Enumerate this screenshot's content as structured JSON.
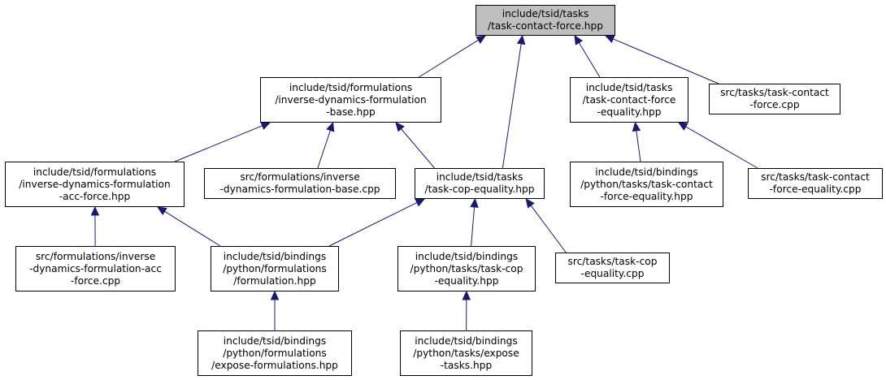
{
  "colors": {
    "edge": "#191970",
    "root_fill": "#bfbfbf",
    "node_fill": "#ffffff",
    "border": "#000000"
  },
  "nodes": {
    "n0": {
      "lines": [
        "include/tsid/tasks",
        "/task-contact-force.hpp"
      ],
      "is_root": true
    },
    "n1": {
      "lines": [
        "include/tsid/formulations",
        "/inverse-dynamics-formulation",
        "-base.hpp"
      ]
    },
    "n2": {
      "lines": [
        "include/tsid/tasks",
        "/task-contact-force",
        "-equality.hpp"
      ]
    },
    "n3": {
      "lines": [
        "src/tasks/task-contact",
        "-force.cpp"
      ]
    },
    "n4": {
      "lines": [
        "include/tsid/formulations",
        "/inverse-dynamics-formulation",
        "-acc-force.hpp"
      ]
    },
    "n5": {
      "lines": [
        "src/formulations/inverse",
        "-dynamics-formulation-base.cpp"
      ]
    },
    "n6": {
      "lines": [
        "include/tsid/tasks",
        "/task-cop-equality.hpp"
      ]
    },
    "n7": {
      "lines": [
        "include/tsid/bindings",
        "/python/tasks/task-contact",
        "-force-equality.hpp"
      ]
    },
    "n8": {
      "lines": [
        "src/tasks/task-contact",
        "-force-equality.cpp"
      ]
    },
    "n9": {
      "lines": [
        "src/formulations/inverse",
        "-dynamics-formulation-acc",
        "-force.cpp"
      ]
    },
    "n10": {
      "lines": [
        "include/tsid/bindings",
        "/python/formulations",
        "/formulation.hpp"
      ]
    },
    "n11": {
      "lines": [
        "include/tsid/bindings",
        "/python/tasks/task-cop",
        "-equality.hpp"
      ]
    },
    "n12": {
      "lines": [
        "src/tasks/task-cop",
        "-equality.cpp"
      ]
    },
    "n13": {
      "lines": [
        "include/tsid/bindings",
        "/python/formulations",
        "/expose-formulations.hpp"
      ]
    },
    "n14": {
      "lines": [
        "include/tsid/bindings",
        "/python/tasks/expose",
        "-tasks.hpp"
      ]
    }
  },
  "edges": [
    [
      "n1",
      "n0"
    ],
    [
      "n6",
      "n0"
    ],
    [
      "n2",
      "n0"
    ],
    [
      "n3",
      "n0"
    ],
    [
      "n4",
      "n1"
    ],
    [
      "n5",
      "n1"
    ],
    [
      "n6",
      "n1"
    ],
    [
      "n7",
      "n2"
    ],
    [
      "n8",
      "n2"
    ],
    [
      "n9",
      "n4"
    ],
    [
      "n10",
      "n4"
    ],
    [
      "n10",
      "n6"
    ],
    [
      "n11",
      "n6"
    ],
    [
      "n12",
      "n6"
    ],
    [
      "n13",
      "n10"
    ],
    [
      "n14",
      "n11"
    ]
  ]
}
